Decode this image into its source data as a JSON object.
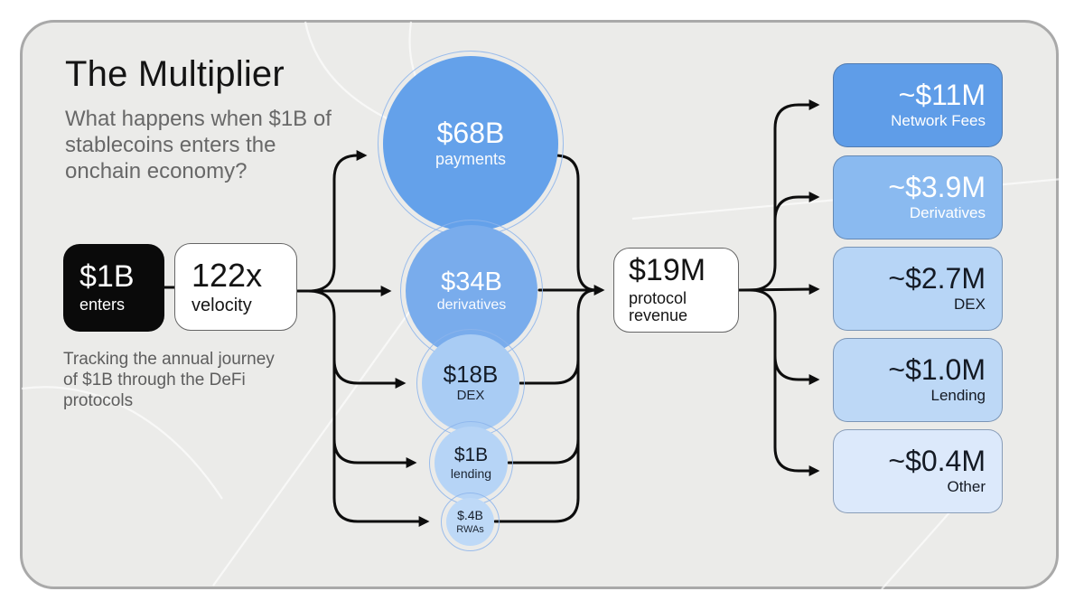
{
  "title": "The Multiplier",
  "subtitle": "What happens when $1B of stablecoins enters the onchain economy?",
  "footnote": "Tracking the annual journey of $1B through the DeFi protocols",
  "input": {
    "value": "$1B",
    "label": "enters"
  },
  "velocity": {
    "value": "122x",
    "label": "velocity"
  },
  "revenue": {
    "value": "$19M",
    "label": "protocol revenue"
  },
  "volumes": [
    {
      "value": "$68B",
      "label": "payments",
      "color": "#64a1ea",
      "text_color": "#ffffff"
    },
    {
      "value": "$34B",
      "label": "derivatives",
      "color": "#79acec",
      "text_color": "#ffffff"
    },
    {
      "value": "$18B",
      "label": "DEX",
      "color": "#a9ccf4",
      "text_color": "#141c28"
    },
    {
      "value": "$1B",
      "label": "lending",
      "color": "#b6d4f6",
      "text_color": "#141c28"
    },
    {
      "value": "$.4B",
      "label": "RWAs",
      "color": "#bed9f7",
      "text_color": "#141c28"
    }
  ],
  "outputs": [
    {
      "value": "~$11M",
      "label": "Network Fees",
      "color": "#5f9de8",
      "text_color": "#ffffff"
    },
    {
      "value": "~$3.9M",
      "label": "Derivatives",
      "color": "#8abaf0",
      "text_color": "#ffffff"
    },
    {
      "value": "~$2.7M",
      "label": "DEX",
      "color": "#b7d5f6",
      "text_color": "#141a24"
    },
    {
      "value": "~$1.0M",
      "label": "Lending",
      "color": "#bdd8f6",
      "text_color": "#141a24"
    },
    {
      "value": "~$0.4M",
      "label": "Other",
      "color": "#dce9fb",
      "text_color": "#141a24"
    }
  ],
  "colors": {
    "canvas": "#ebebe9",
    "frame_border": "#a9a9a9",
    "connector": "#0d0d0d",
    "accent_blue": "#64a1ea"
  }
}
